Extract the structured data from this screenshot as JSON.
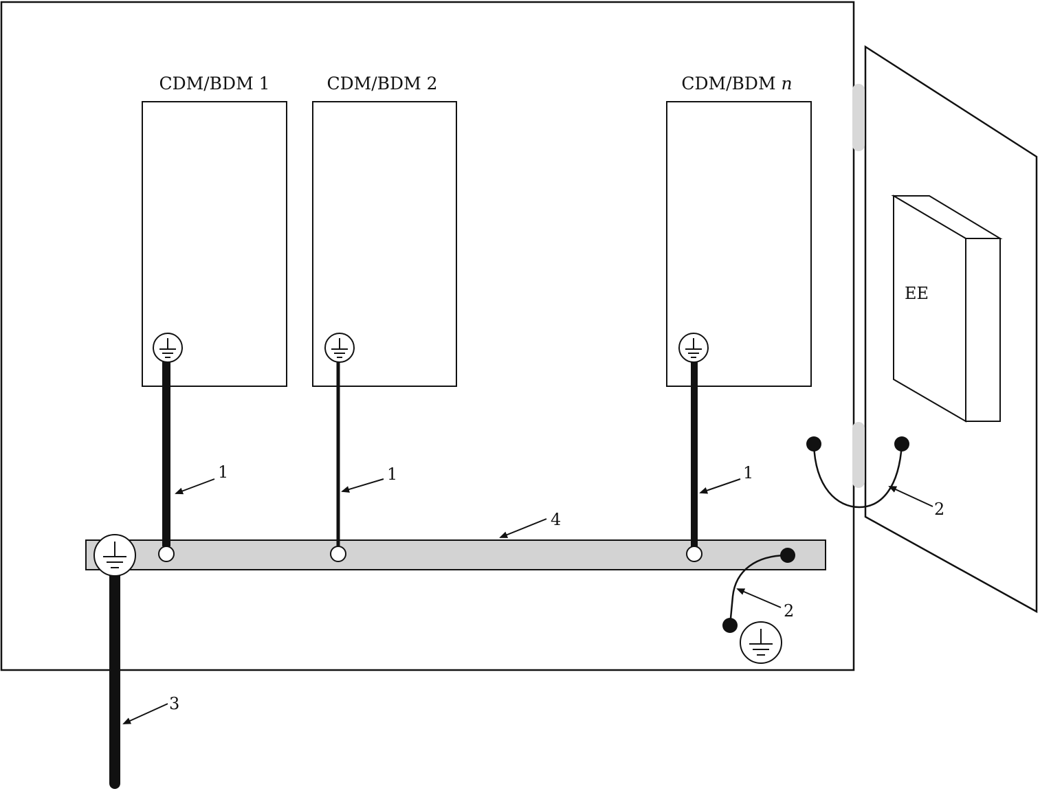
{
  "modules": [
    {
      "label": "CDM/BDM 1"
    },
    {
      "label": "CDM/BDM 2"
    },
    {
      "label": "CDM/BDM n"
    }
  ],
  "equipment": {
    "label": "EE"
  },
  "callouts": {
    "conductor_module_1": "1",
    "conductor_module_2": "1",
    "conductor_module_n": "1",
    "bond_door": "2",
    "bond_bar": "2",
    "earth_conductor": "3",
    "busbar": "4"
  },
  "colors": {
    "line": "#111111",
    "busbar_fill": "#d3d3d3",
    "hinge_fill": "#d8d8d8",
    "background": "#ffffff"
  },
  "icons": {
    "earth_terminal": "protective-earth-icon",
    "connection_point": "terminal-dot-icon"
  }
}
